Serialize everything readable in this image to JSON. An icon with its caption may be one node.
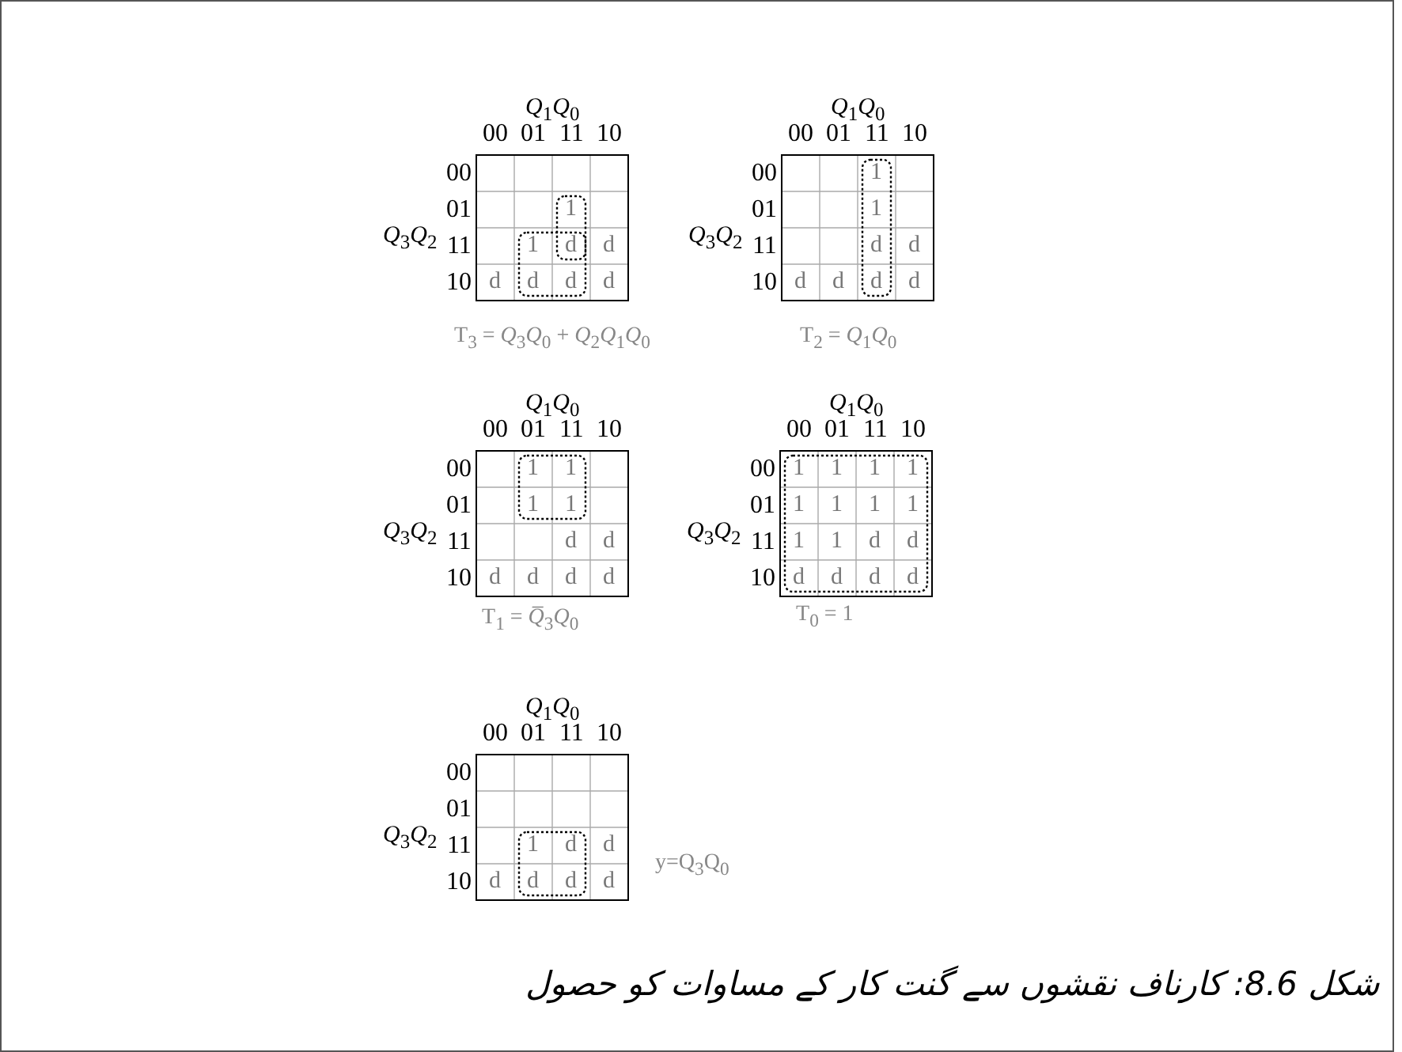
{
  "diagram": {
    "caption": "شکل 8.6: کارناف نقشوں سے گنت کار کے مساوات کو حصول",
    "labels": [
      "*Q*$_{1}$*Q*$_{0}$",
      "00",
      "01",
      "11",
      "10",
      "*Q*$_{3}$*Q*$_{2}$",
      "00",
      "01",
      "1",
      "11",
      "1",
      "d",
      "d",
      "10",
      "d",
      "d",
      "d",
      "d",
      "T$_{3}$ = *Q*$_{3}$*Q*$_{0}$ + *Q*$_{2}$*Q*$_{1}$*Q*$_{0}$",
      "*Q*$_{1}$*Q*$_{0}$",
      "00",
      "01",
      "11",
      "10",
      "*Q*$_{3}$*Q*$_{2}$",
      "00",
      "1",
      "01",
      "1",
      "11",
      "d",
      "d",
      "10",
      "d",
      "d",
      "d",
      "d",
      "T$_{2}$ = *Q*$_{1}$*Q*$_{0}$",
      "*Q*$_{1}$*Q*$_{0}$",
      "00",
      "01",
      "11",
      "10",
      "*Q*$_{3}$*Q*$_{2}$",
      "00",
      "1",
      "1",
      "01",
      "1",
      "1",
      "11",
      "d",
      "d",
      "10",
      "d",
      "d",
      "d",
      "d",
      "T$_{1}$ = *Q̅*$_{3}$*Q*$_{0}$",
      "*Q*$_{1}$*Q*$_{0}$",
      "00",
      "01",
      "11",
      "10",
      "*Q*$_{3}$*Q*$_{2}$",
      "00",
      "1",
      "1",
      "1",
      "1",
      "01",
      "1",
      "1",
      "1",
      "1",
      "11",
      "1",
      "1",
      "d",
      "d",
      "10",
      "d",
      "d",
      "d",
      "d",
      "T$_{0}$ = 1",
      "*Q*$_{1}$*Q*$_{0}$",
      "00",
      "01",
      "11",
      "10",
      "*Q*$_{3}$*Q*$_{2}$",
      "00",
      "01",
      "11",
      "1",
      "d",
      "d",
      "10",
      "d",
      "d",
      "d",
      "d",
      "y=Q$_{3}$Q$_{0}$"
    ]
  }
}
